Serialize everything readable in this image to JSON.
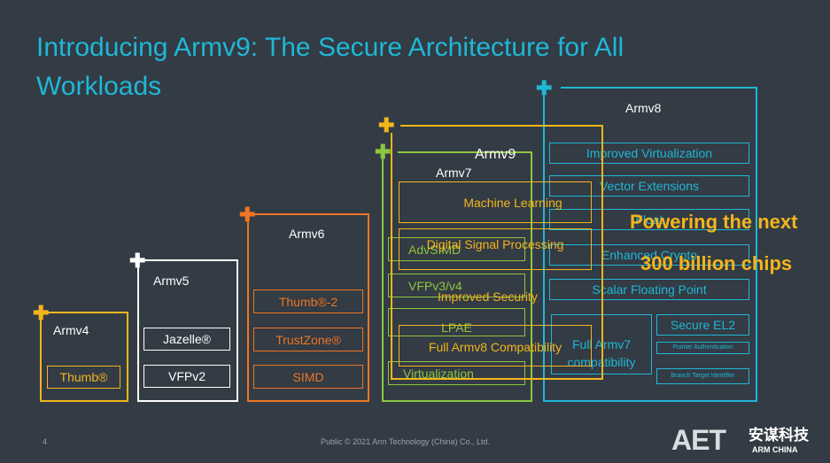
{
  "slide": {
    "title": "Introducing Armv9: The Secure Architecture for All Workloads",
    "page_number": "4",
    "footer": "Public © 2021 Arm Technology (China) Co., Ltd.",
    "tagline_line1": "Powering the next",
    "tagline_line2": "300 billion chips",
    "logo_latin": "AET",
    "logo_cn": "安谋科技",
    "logo_sub": "ARM CHINA"
  },
  "colors": {
    "background": "#333b44",
    "title": "#1fb7d6",
    "armv4": "#f3b51c",
    "armv5": "#ffffff",
    "armv6": "#ee7522",
    "armv7": "#8dc63f",
    "armv8": "#1fb7d6",
    "armv9": "#f3b51c"
  },
  "plus_glyph": "✚",
  "generations": {
    "armv4": {
      "label": "Armv4",
      "features": [
        "Thumb®"
      ]
    },
    "armv5": {
      "label": "Armv5",
      "features": [
        "Jazelle®",
        "VFPv2"
      ]
    },
    "armv6": {
      "label": "Armv6",
      "features": [
        "Thumb®-2",
        "TrustZone®",
        "SIMD"
      ]
    },
    "armv7": {
      "label": "Armv7",
      "features": [
        "AdvSIMD",
        "VFPv3/v4",
        "LPAE",
        "Virtualization"
      ]
    },
    "armv9": {
      "label": "Armv9",
      "features": [
        "Machine Learning",
        "Digital Signal Processing",
        "Improved Security",
        "Full Armv8 Compatibility"
      ]
    },
    "armv8": {
      "label": "Armv8",
      "features": [
        "Improved Virtualization",
        "Vector Extensions",
        "Float",
        "Enhanced Crypto",
        "Scalar Floating Point",
        "Full Armv7 compatibility",
        "Secure EL2",
        "Pointer Authentication",
        "Branch Target Identifier"
      ]
    }
  }
}
